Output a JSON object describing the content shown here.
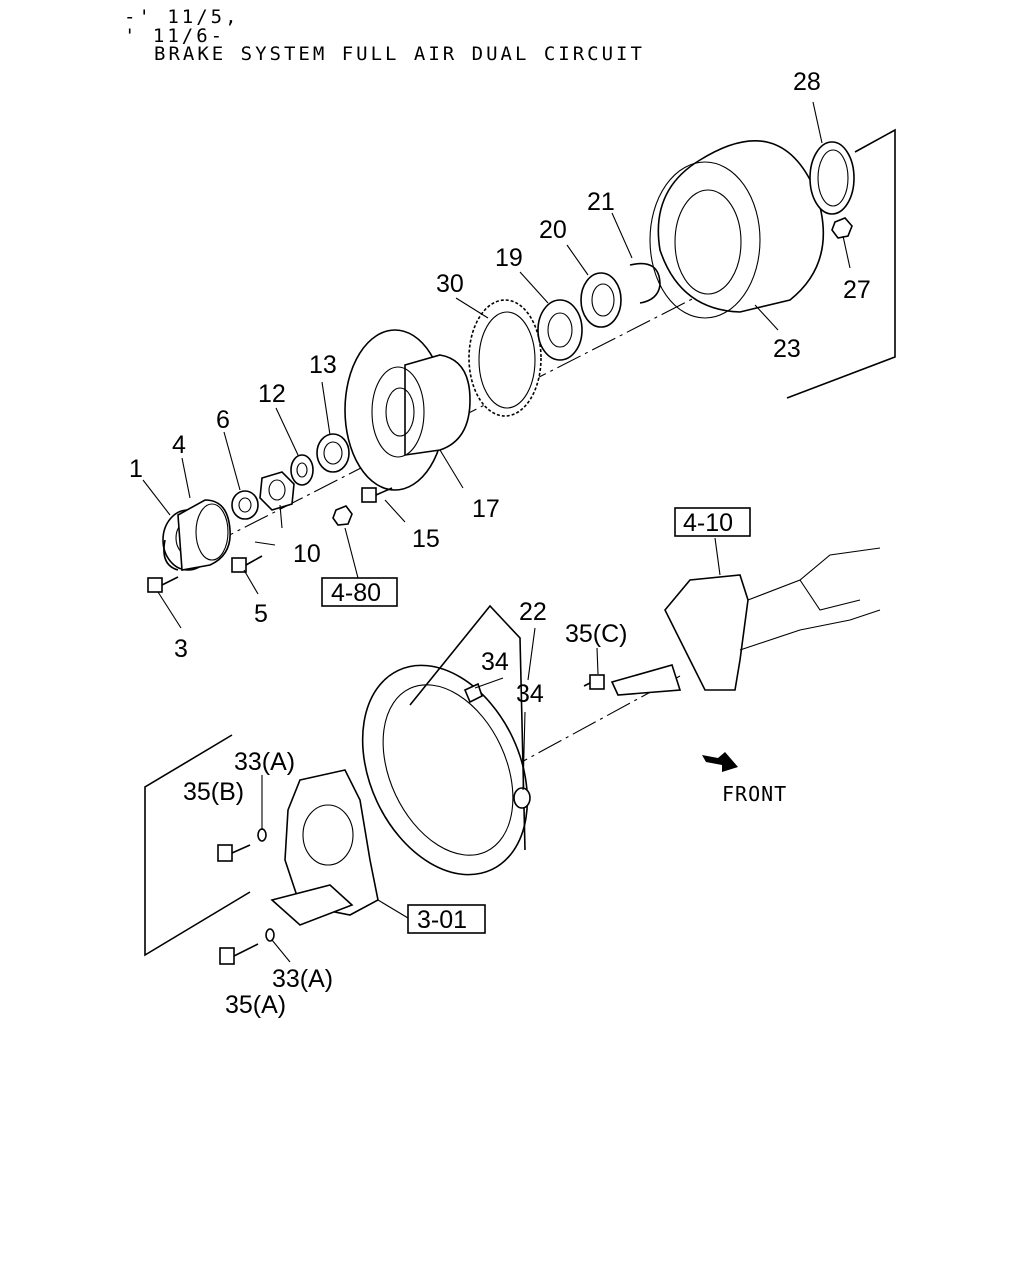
{
  "header": {
    "line1": "-' 11/5,",
    "line2": "' 11/6-",
    "title": "BRAKE SYSTEM FULL AIR DUAL CIRCUIT"
  },
  "labels": {
    "p1": "1",
    "p3": "3",
    "p4": "4",
    "p5": "5",
    "p6": "6",
    "p10": "10",
    "p12": "12",
    "p13": "13",
    "p15": "15",
    "p17": "17",
    "p19": "19",
    "p20": "20",
    "p21": "21",
    "p22": "22",
    "p23": "23",
    "p27": "27",
    "p28": "28",
    "p30": "30",
    "p34a": "34",
    "p34b": "34",
    "p35c": "35(C)",
    "p35b": "35(B)",
    "p35a": "35(A)",
    "p33a_top": "33(A)",
    "p33a_bottom": "33(A)"
  },
  "refs": {
    "r480": "4-80",
    "r410": "4-10",
    "r301": "3-01"
  },
  "front_label": "FRONT"
}
